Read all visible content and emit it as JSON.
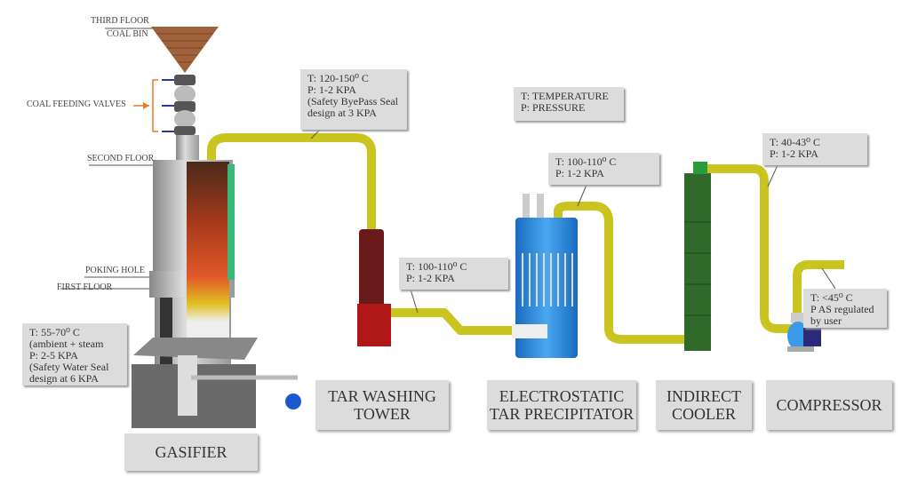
{
  "floor_labels": {
    "third_floor": "THIRD FLOOR",
    "coal_bin": "COAL BIN",
    "coal_feeding_valves": "COAL FEEDING VALVES",
    "second_floor": "SECOND FLOOR",
    "poking_hole": "POKING HOLE",
    "first_floor": "FIRST FLOOR"
  },
  "legend": {
    "t": "T: TEMPERATURE",
    "p": "P: PRESSURE"
  },
  "conditions": {
    "gasifier": [
      "T: 55-70⁰ C",
      "(ambient + steam",
      "P: 2-5 KPA",
      "(Safety Water Seal",
      "design at 6 KPA"
    ],
    "gasifier_outlet": [
      "T: 120-150⁰ C",
      "P: 1-2 KPA",
      "(Safety ByePass Seal",
      "design at 3 KPA"
    ],
    "tar_outlet": [
      "T: 100-110⁰ C",
      "P: 1-2 KPA"
    ],
    "etp_outlet": [
      "T: 100-110⁰ C",
      "P: 1-2 KPA"
    ],
    "cooler_outlet": [
      "T: 40-43⁰ C",
      "P: 1-2 KPA"
    ],
    "compressor_outlet": [
      "T: <45⁰ C",
      "P AS regulated",
      "by user"
    ]
  },
  "stages": {
    "gasifier": [
      "GASIFIER"
    ],
    "tar_washing_tower": [
      "TAR WASHING",
      "TOWER"
    ],
    "etp": [
      "ELECTROSTATIC",
      "TAR PRECIPITATOR"
    ],
    "cooler": [
      "INDIRECT",
      "COOLER"
    ],
    "compressor": [
      "COMPRESSOR"
    ]
  },
  "colors": {
    "pipe": "#c9c41e",
    "bin": "#a0623a",
    "etp": "#2a8ad8",
    "cooler": "#2f6a2a",
    "tar_base": "#b01818",
    "tar_tower": "#6a1a1a",
    "label_box": "#dcdcdc",
    "arrow": "#f07820"
  }
}
